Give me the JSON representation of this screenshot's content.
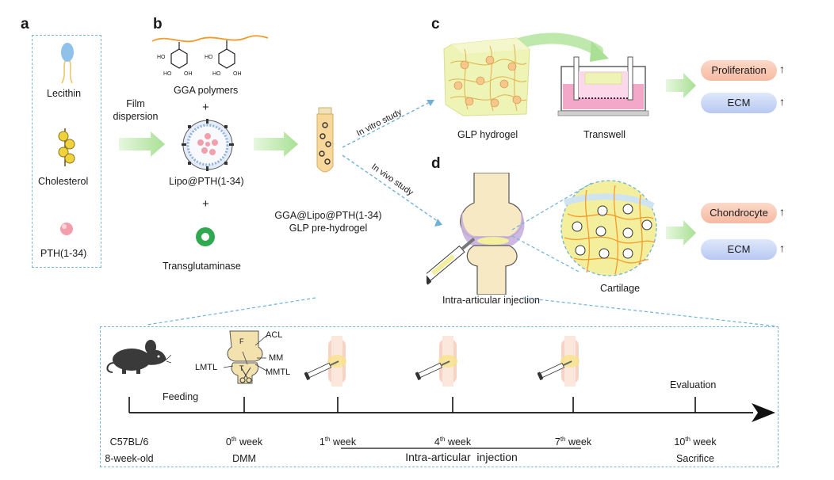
{
  "panels": {
    "a": "a",
    "b": "b",
    "c": "c",
    "d": "d"
  },
  "panel_a": {
    "lecithin": "Lecithin",
    "cholesterol": "Cholesterol",
    "pth": "PTH(1-34)"
  },
  "film_dispersion": {
    "line1": "Film",
    "line2": "dispersion"
  },
  "panel_b": {
    "gga": "GGA polymers",
    "plus1": "+",
    "lipo": "Lipo@PTH(1-34)",
    "plus2": "+",
    "tg": "Transglutaminase",
    "ho": "HO",
    "oh": "OH"
  },
  "pre_hydrogel": {
    "line1": "GGA@Lipo@PTH(1-34)",
    "line2": "GLP pre-hydrogel"
  },
  "study": {
    "vitro": "In vitro study",
    "vivo": "In vivo study"
  },
  "panel_c": {
    "hydrogel": "GLP hydrogel",
    "transwell": "Transwell",
    "proliferation": "Proliferation",
    "ecm": "ECM"
  },
  "panel_d": {
    "injection": "Intra-articular injection",
    "cartilage": "Cartilage",
    "chondrocyte": "Chondrocyte",
    "ecm": "ECM"
  },
  "timeline": {
    "feeding": "Feeding",
    "evaluation": "Evaluation",
    "knee_labels": {
      "f": "F",
      "t": "T",
      "acl": "ACL",
      "mm": "MM",
      "lmtl": "LMTL",
      "mmtl": "MMTL"
    },
    "ticks": [
      {
        "num": "C57BL/6",
        "sup": "",
        "rest": "",
        "sub": "8-week-old"
      },
      {
        "num": "0",
        "sup": "th",
        "rest": " week",
        "sub": "DMM"
      },
      {
        "num": "1",
        "sup": "th",
        "rest": " week",
        "sub": ""
      },
      {
        "num": "4",
        "sup": "th",
        "rest": " week",
        "sub": ""
      },
      {
        "num": "7",
        "sup": "th",
        "rest": " week",
        "sub": ""
      },
      {
        "num": "10",
        "sup": "th",
        "rest": " week",
        "sub": "Sacrifice"
      }
    ],
    "injection_label": "Intra-articular  injection"
  },
  "colors": {
    "dash": "#7fb6d3",
    "green_arrow": "#b8e6a8",
    "pink_pill": "#f7c2ab",
    "blue_pill": "#c4d2f4",
    "hydrogel": "#e9efb0",
    "bone": "#f6e9c4",
    "cartilage": "#c7b0dd"
  }
}
